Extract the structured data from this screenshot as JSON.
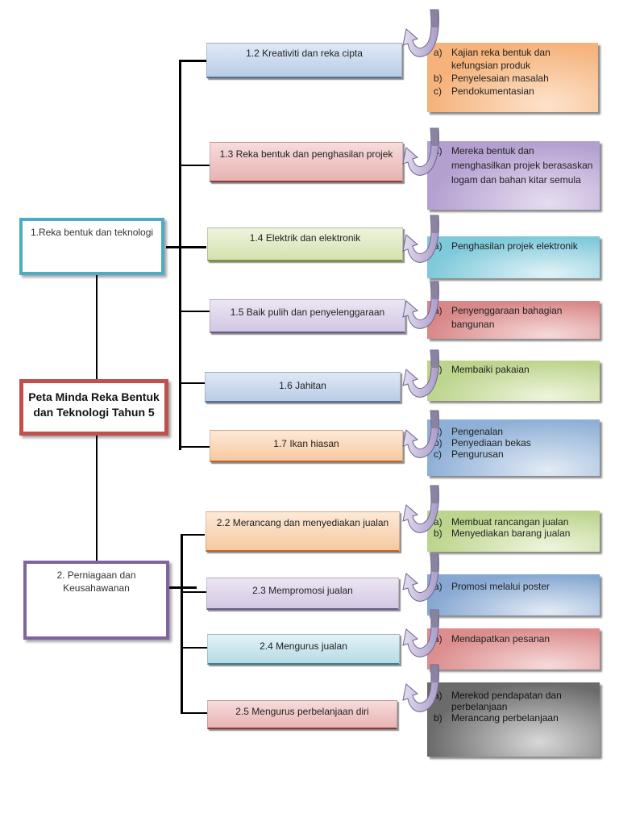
{
  "title": "Peta Minda Reka Bentuk dan Teknologi Tahun 5",
  "branches": [
    {
      "label": "1.Reka bentuk dan teknologi",
      "border_color": "#4bacc6",
      "topics": [
        {
          "label": "1.2 Kreativiti dan reka cipta",
          "details": [
            {
              "marker": "a)",
              "text": "Kajian reka bentuk dan kefungsian produk"
            },
            {
              "marker": "b)",
              "text": "Penyelesaian masalah"
            },
            {
              "marker": "c)",
              "text": "Pendokumentasian"
            }
          ]
        },
        {
          "label": "1.3 Reka bentuk dan penghasilan projek",
          "details": [
            {
              "marker": "a)",
              "text": "Mereka bentuk dan menghasilkan projek berasaskan logam dan bahan kitar semula"
            }
          ]
        },
        {
          "label": "1.4  Elektrik dan elektronik",
          "details": [
            {
              "marker": "a)",
              "text": "Penghasilan projek elektronik"
            }
          ]
        },
        {
          "label": "1.5 Baik pulih dan penyelenggaraan",
          "details": [
            {
              "marker": "a)",
              "text": "Penyenggaraan bahagian bangunan"
            }
          ]
        },
        {
          "label": "1.6 Jahitan",
          "details": [
            {
              "marker": "a)",
              "text": "Membaiki pakaian"
            }
          ]
        },
        {
          "label": "1.7 Ikan hiasan",
          "details": [
            {
              "marker": "a)",
              "text": "Pengenalan"
            },
            {
              "marker": "b)",
              "text": "Penyediaan bekas"
            },
            {
              "marker": "c)",
              "text": "Pengurusan"
            }
          ]
        }
      ]
    },
    {
      "label": "2. Perniagaan dan Keusahawanan",
      "border_color": "#8064a2",
      "topics": [
        {
          "label": "2.2 Merancang dan menyediakan jualan",
          "details": [
            {
              "marker": "a)",
              "text": "Membuat rancangan jualan"
            },
            {
              "marker": "b)",
              "text": "Menyediakan barang jualan"
            }
          ]
        },
        {
          "label": "2.3 Mempromosi jualan",
          "details": [
            {
              "marker": "a)",
              "text": "Promosi melalui poster"
            }
          ]
        },
        {
          "label": "2.4 Mengurus jualan",
          "details": [
            {
              "marker": "a)",
              "text": "Mendapatkan pesanan"
            }
          ]
        },
        {
          "label": "2.5 Mengurus perbelanjaan diri",
          "details": [
            {
              "marker": "a)",
              "text": "Merekod pendapatan dan perbelanjaan"
            },
            {
              "marker": "b)",
              "text": "Merancang perbelanjaan"
            }
          ]
        }
      ]
    }
  ],
  "colors": {
    "title_border": "#c0504d",
    "connector": "#000000",
    "arrow_fill": "#a99cc7"
  }
}
